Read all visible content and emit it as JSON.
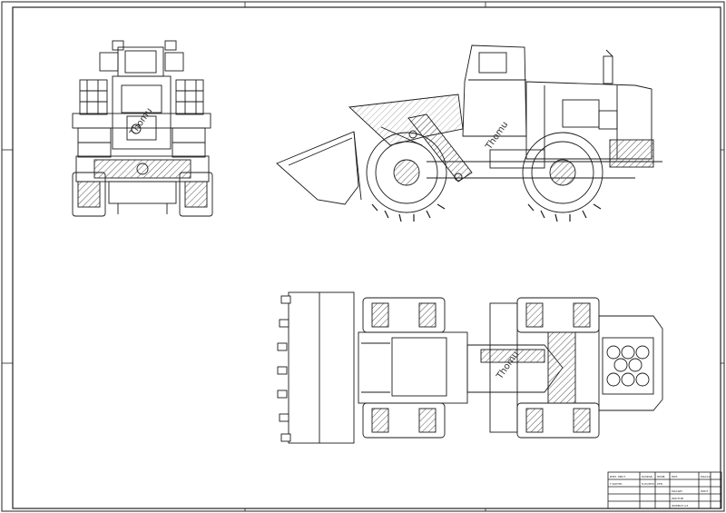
{
  "drawing": {
    "watermark": "Thomu",
    "colors": {
      "line": "#1a1a1a",
      "hatch": "#555555",
      "paper": "#ffffff"
    }
  },
  "title_block": {
    "cells": [
      "ИЗМ. ЛИСТ",
      "РАЗРАБ.",
      "ПРОВ.",
      "Т.КОНТР.",
      "Н.КОНТР.",
      "УТВ.",
      "ЛИТ.",
      "МАССА",
      "МАСШТ.",
      "ЛИСТ",
      "ЛИСТОВ",
      "ФОРМАТ А3"
    ]
  }
}
